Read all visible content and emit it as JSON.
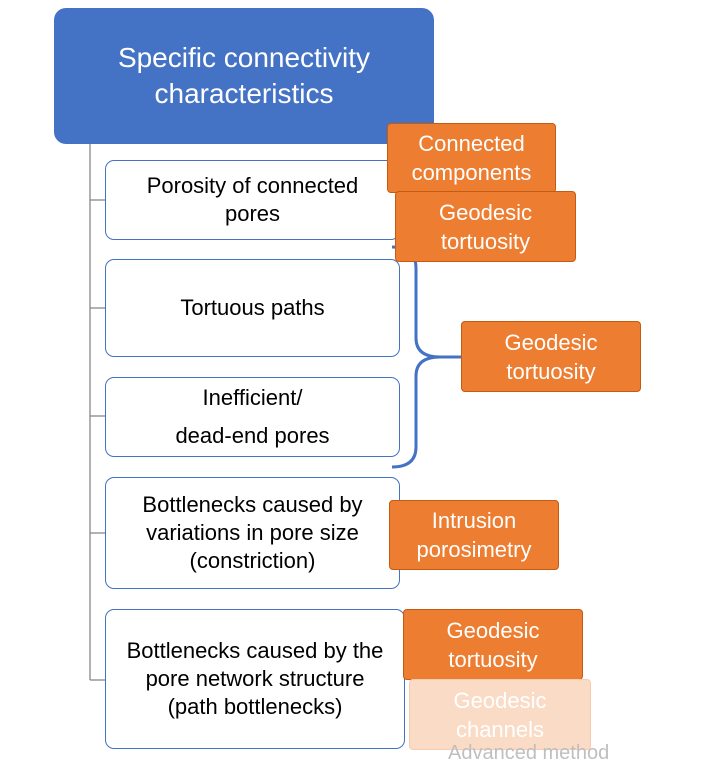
{
  "root": {
    "line1": "Specific connectivity",
    "line2": "characteristics"
  },
  "items": [
    {
      "lines": [
        "Porosity of connected",
        "pores"
      ]
    },
    {
      "lines": [
        "Tortuous paths"
      ]
    },
    {
      "lines": [
        "Inefficient/",
        "dead-end pores"
      ]
    },
    {
      "lines": [
        "Bottlenecks caused by",
        "variations in pore size",
        "(constriction)"
      ]
    },
    {
      "lines": [
        "Bottlenecks caused by the",
        "pore network structure",
        "(path bottlenecks)"
      ]
    }
  ],
  "tags": [
    {
      "lines": [
        "Connected",
        "components"
      ]
    },
    {
      "lines": [
        "Geodesic",
        "tortuosity"
      ]
    },
    {
      "lines": [
        "Geodesic",
        "tortuosity"
      ]
    },
    {
      "lines": [
        "Intrusion",
        "porosimetry"
      ]
    },
    {
      "lines": [
        "Geodesic",
        "tortuosity"
      ]
    },
    {
      "lines": [
        "Geodesic",
        "channels"
      ]
    }
  ],
  "note": "Advanced method",
  "colors": {
    "root": "#4472C4",
    "tag": "#ED7D31",
    "tag_faded": "#FADBC6",
    "connector": "#4472C4"
  }
}
